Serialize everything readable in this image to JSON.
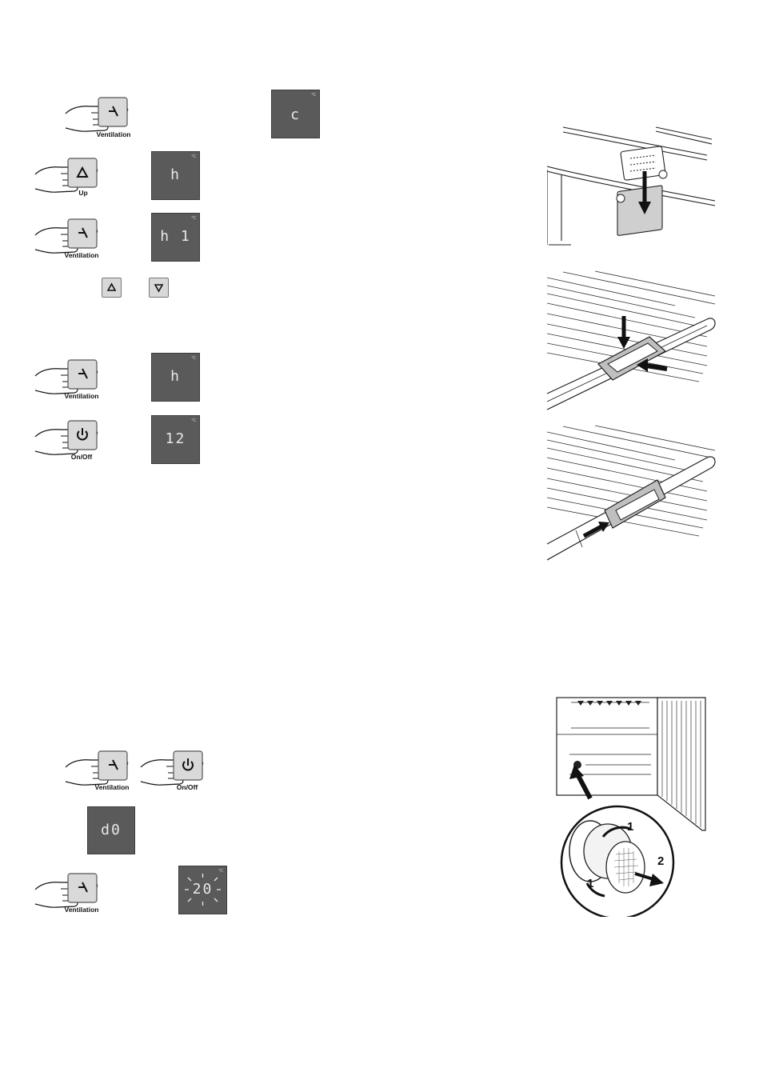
{
  "buttons": {
    "ventilation": "Ventilation",
    "up": "Up",
    "onoff": "On/Off"
  },
  "unit": "°C",
  "displays": {
    "d1": "c",
    "d2": "h",
    "d3": "h 1",
    "d4": "h",
    "d5": "12",
    "d6": "d0",
    "d7": "20"
  },
  "filter_steps": {
    "step1a": "1",
    "step1b": "1",
    "step2": "2"
  },
  "icons": {
    "ventilation": "fan-icon",
    "up": "triangle-up-icon",
    "down": "triangle-down-icon",
    "onoff": "power-icon"
  }
}
